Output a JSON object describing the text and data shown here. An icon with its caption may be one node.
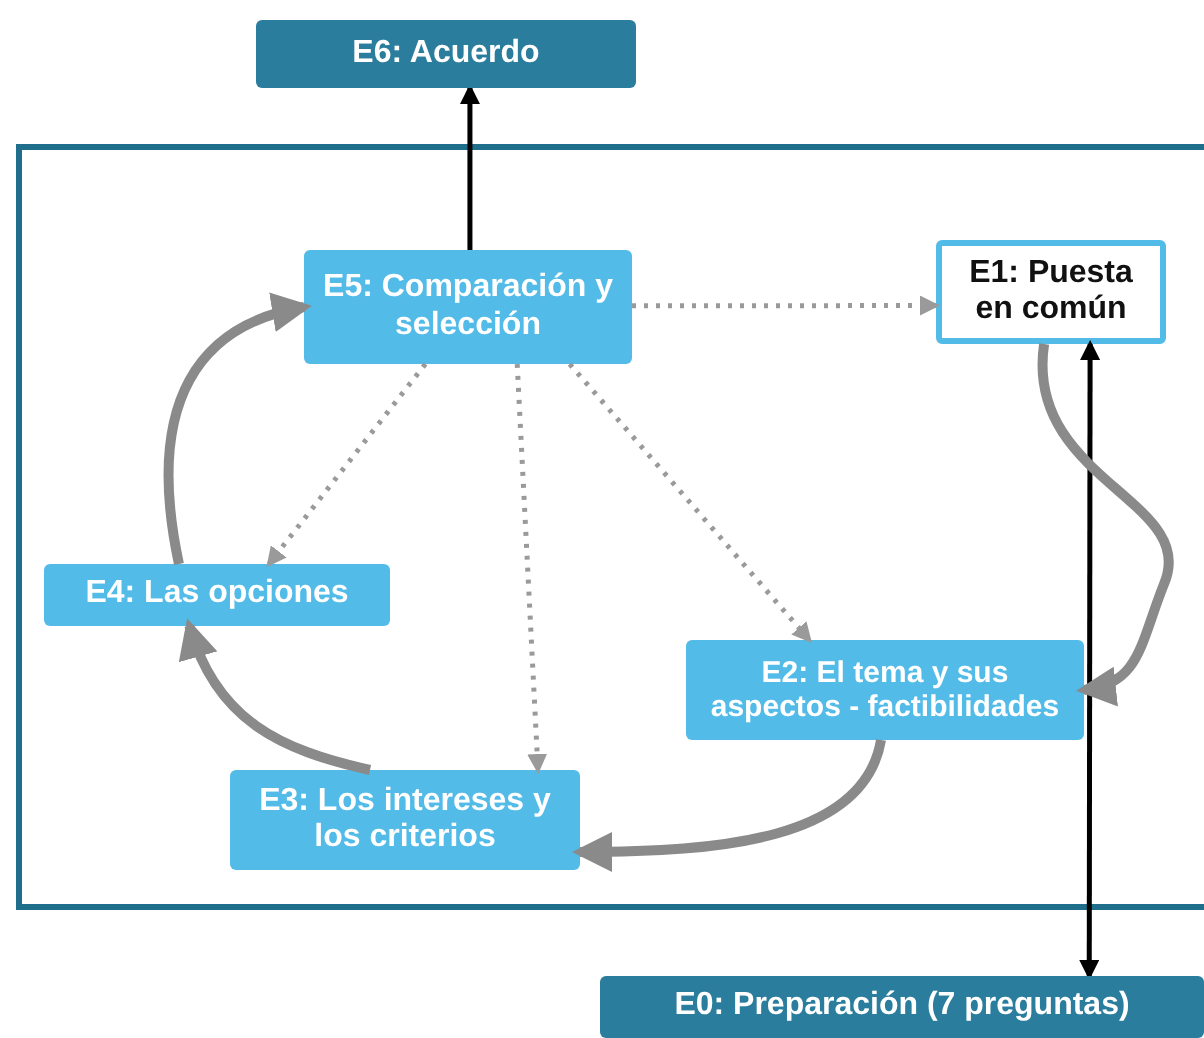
{
  "diagram": {
    "nodes": [
      {
        "text": [
          "E6: Acuerdo"
        ]
      },
      {
        "text": [],
        "shape": "box"
      },
      {
        "text": [
          "E5: Comparación y selección"
        ],
        "in": 1
      },
      {
        "text": [
          "E1: Puesta en común"
        ],
        "in": 1
      },
      {
        "text": [
          "E4: Las opciones"
        ],
        "in": 1
      },
      {
        "text": [
          "E2: El tema y sus aspectos - factibilidades"
        ],
        "in": 1
      },
      {
        "text": [
          "E3: Los intereses y los criterios"
        ],
        "in": 1
      },
      {
        "text": [
          "E0: Preparación (7 preguntas)"
        ]
      }
    ],
    "edges": [
      {
        "from": 2,
        "to": 0,
        "arrow": "to",
        "color": "#000000"
      },
      {
        "from": 3,
        "to": 7,
        "arrow": "both",
        "color": "#000000"
      },
      {
        "from": 2,
        "to": 3,
        "arrow": "to",
        "style": "dashed"
      },
      {
        "from": 2,
        "to": 4,
        "arrow": "to",
        "style": "dashed"
      },
      {
        "from": 2,
        "to": 6,
        "arrow": "to",
        "style": "dashed"
      },
      {
        "from": 2,
        "to": 5,
        "arrow": "to",
        "style": "dashed"
      },
      {
        "from": 3,
        "to": 5,
        "arrow": "to",
        "style": "thick"
      },
      {
        "from": 5,
        "to": 6,
        "arrow": "to",
        "style": "thick"
      },
      {
        "from": 6,
        "to": 4,
        "arrow": "to",
        "style": "thick"
      },
      {
        "from": 4,
        "to": 2,
        "arrow": "to",
        "style": "thick"
      }
    ]
  }
}
